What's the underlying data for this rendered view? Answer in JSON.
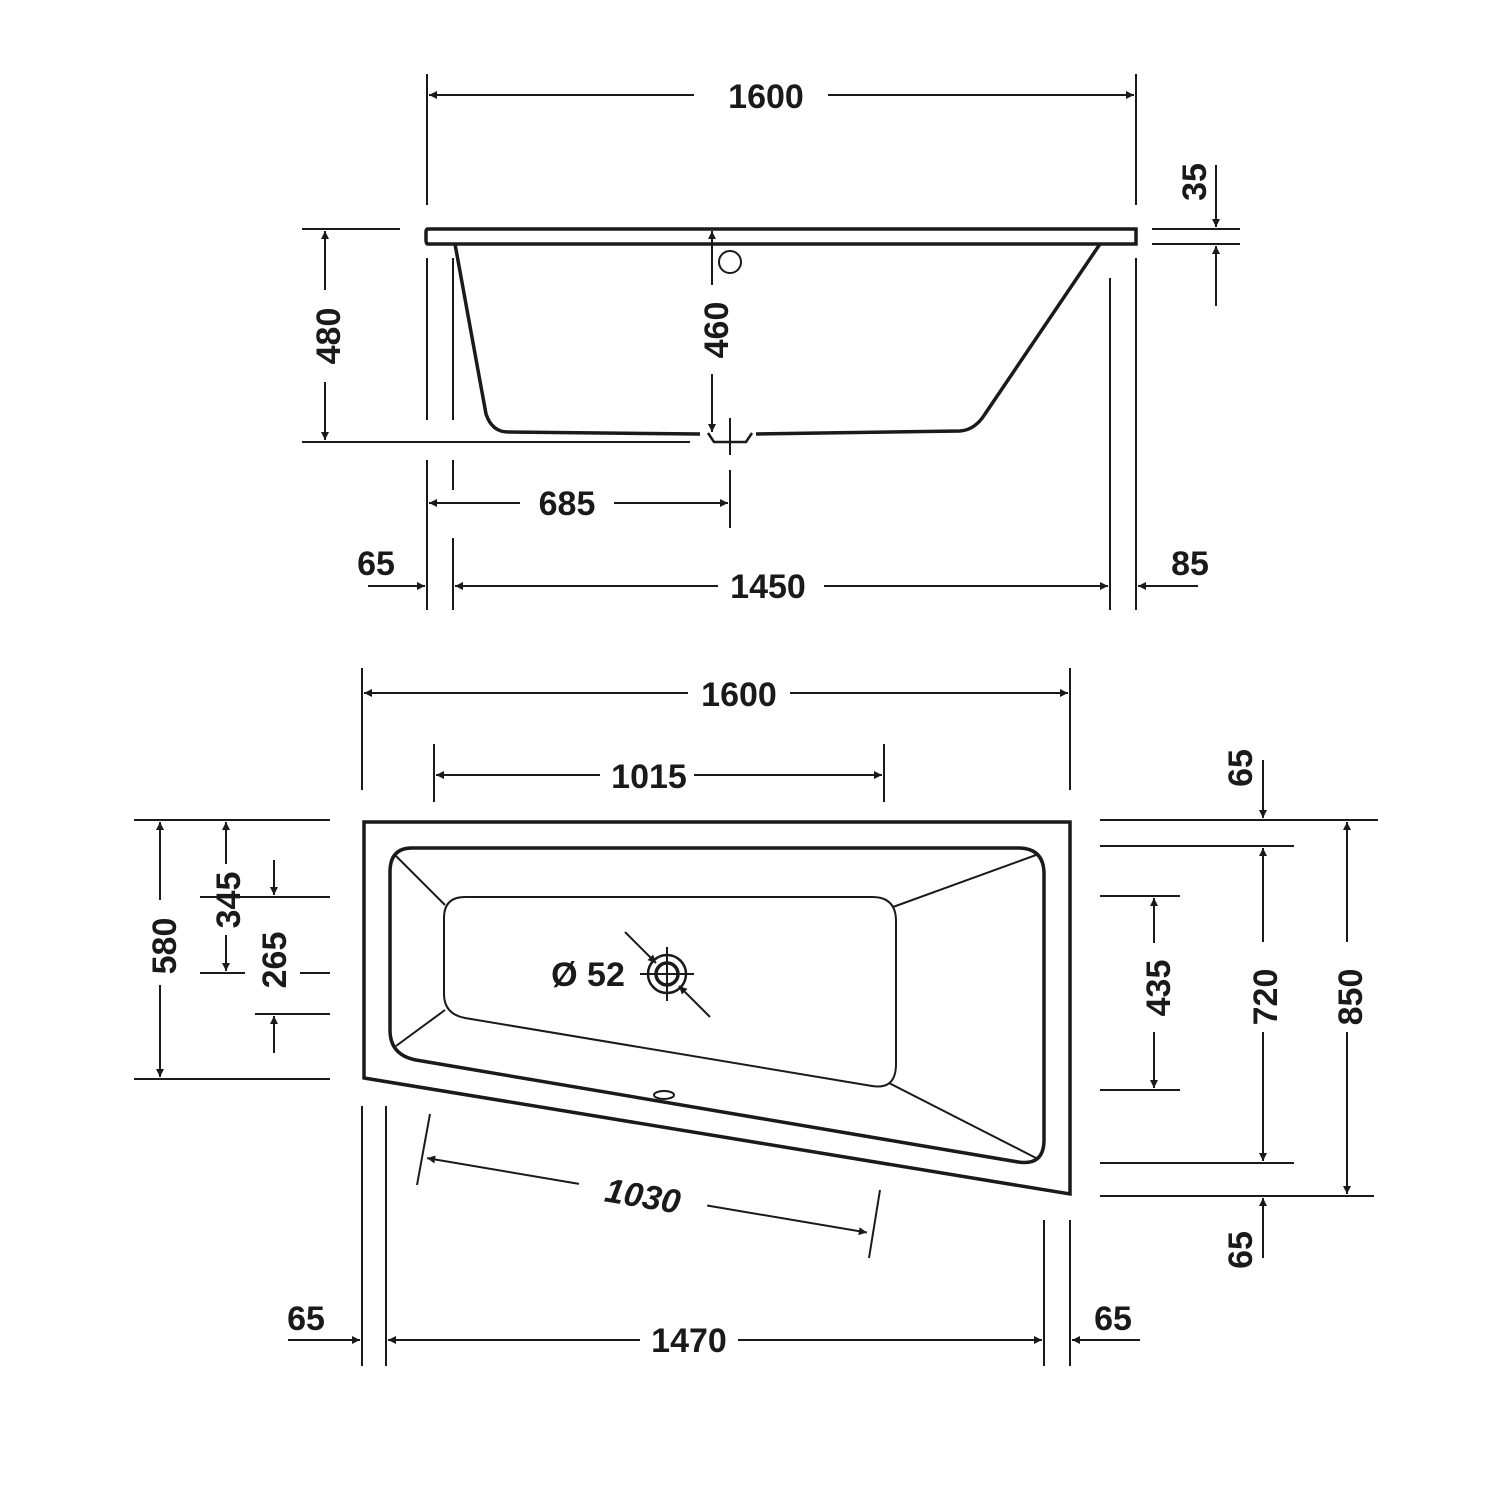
{
  "drawing": {
    "subject": "Corner bathtub technical drawing",
    "units": "mm",
    "colors": {
      "line": "#1a1a1a",
      "background": "#ffffff"
    }
  },
  "side_view": {
    "overall_length": "1600",
    "rim_thickness": "35",
    "overall_height": "480",
    "inner_depth": "460",
    "drain_offset": "685",
    "left_offset": "65",
    "inner_length": "1450",
    "right_offset": "85"
  },
  "top_view": {
    "overall_length": "1600",
    "inner_top_length": "1015",
    "top_rim": "65",
    "left_depth": "580",
    "left_upper": "345",
    "drain_spacing": "265",
    "drain_diameter": "Ø 52",
    "inner_basin_depth": "435",
    "inner_depth": "720",
    "overall_depth": "850",
    "bottom_rim": "65",
    "slanted_length": "1030",
    "left_rim": "65",
    "inner_length": "1470",
    "right_rim": "65"
  }
}
